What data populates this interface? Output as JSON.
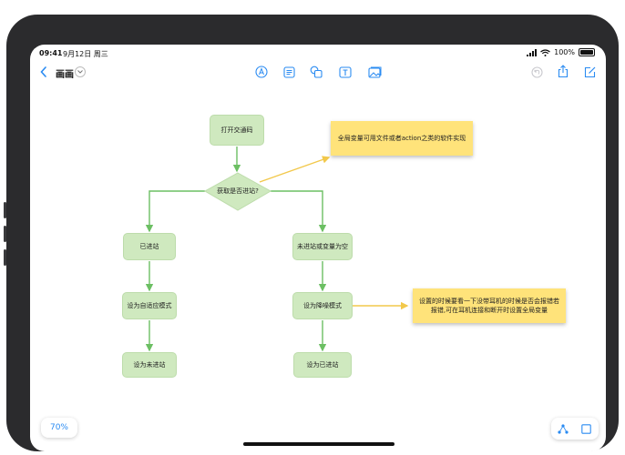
{
  "status_bar": {
    "time": "09:41",
    "date": "9月12日 周三",
    "battery_text": "100%"
  },
  "toolbar": {
    "back_icon": "chevron-left-icon",
    "document_title": "画画",
    "title_menu_icon": "chevron-down-icon",
    "tools": [
      {
        "name": "pen-tool-icon"
      },
      {
        "name": "sticky-note-icon"
      },
      {
        "name": "shapes-icon"
      },
      {
        "name": "text-box-icon"
      },
      {
        "name": "media-icon"
      }
    ],
    "right_tools": [
      {
        "name": "undo-icon"
      },
      {
        "name": "share-icon"
      },
      {
        "name": "new-board-icon"
      }
    ],
    "accent_color": "#2a8bf2"
  },
  "flowchart": {
    "nodes": {
      "start": "打开交通码",
      "decision": "获取是否进站?",
      "entered": "已进站",
      "not_entered": "未进站或变量为空",
      "adaptive_mode": "设为自适应模式",
      "noise_mode": "设为降噪模式",
      "set_not_entered": "设为未进站",
      "set_entered": "设为已进站"
    },
    "notes": {
      "note_global_var": "全局变量可用文件或者action之类的软件实现",
      "note_settings": "设置的时候要看一下没带耳机的时候是否会报错若报错,可在耳机连接和断开时设置全局变量"
    },
    "node_color": "#cfe9bf",
    "arrow_color": "#6cbf63",
    "note_color": "#ffe37a",
    "note_arrow_color": "#f2c84b"
  },
  "footer": {
    "zoom_level": "70%"
  }
}
